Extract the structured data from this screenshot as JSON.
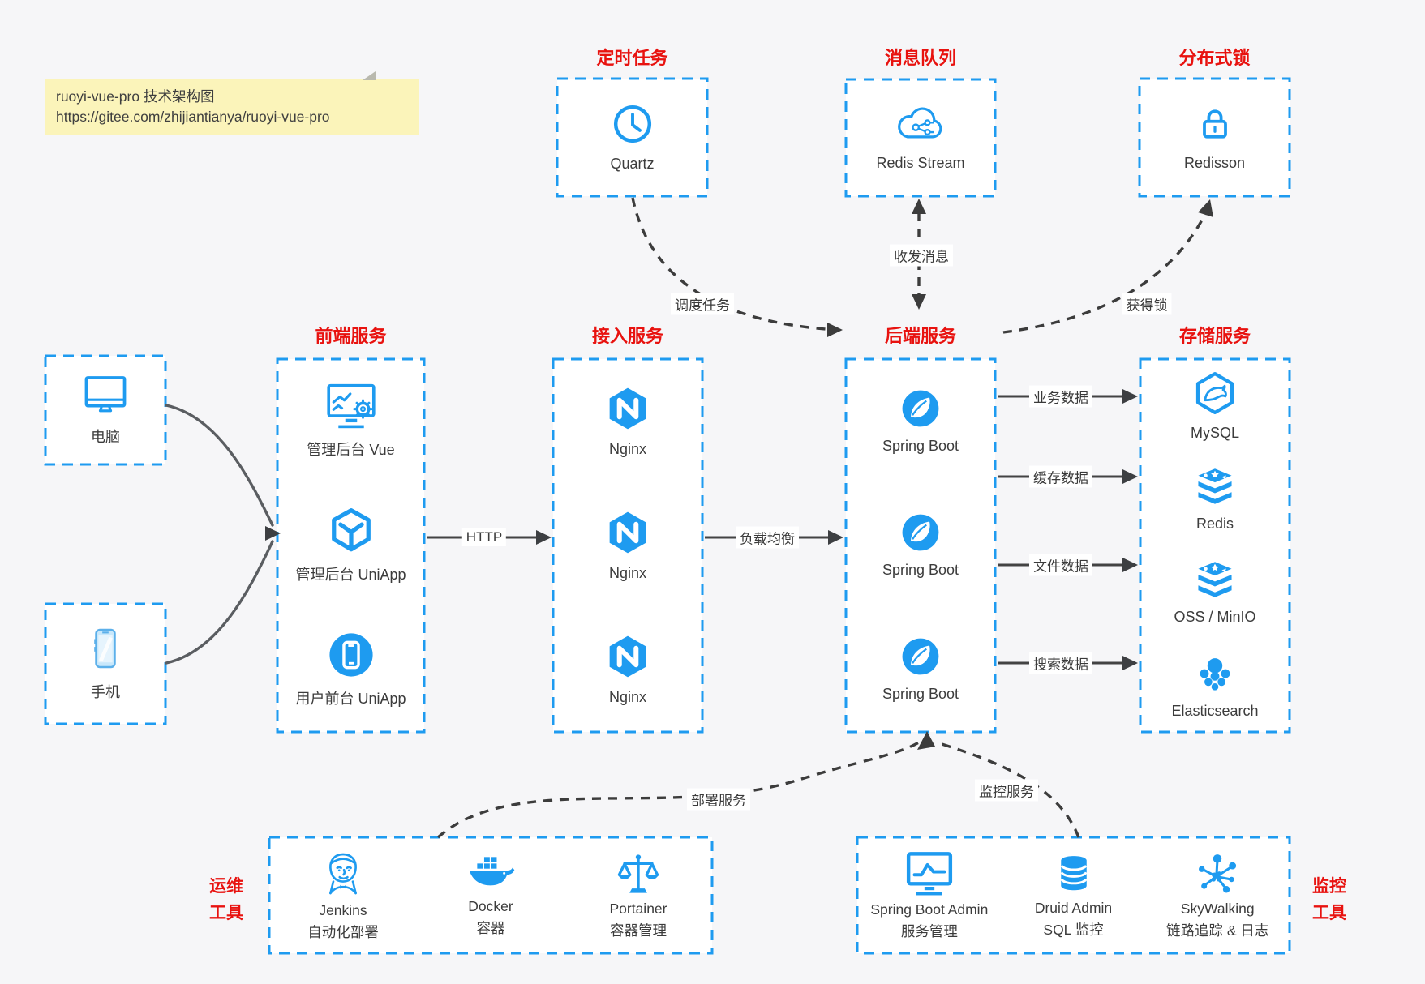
{
  "note": {
    "line1": "ruoyi-vue-pro 技术架构图",
    "line2": "https://gitee.com/zhijiantianya/ruoyi-vue-pro"
  },
  "colors": {
    "accent_blue": "#1e9bf0",
    "title_red": "#e8120f",
    "note_yellow": "#fbf4ba",
    "background": "#f6f6f8",
    "arrow_gray": "#4a4a4a"
  },
  "top_services": [
    {
      "title": "定时任务",
      "label": "Quartz",
      "icon": "clock-icon"
    },
    {
      "title": "消息队列",
      "label": "Redis Stream",
      "icon": "cloud-stream-icon"
    },
    {
      "title": "分布式锁",
      "label": "Redisson",
      "icon": "lock-icon"
    }
  ],
  "clients": [
    {
      "label": "电脑",
      "icon": "desktop-icon"
    },
    {
      "label": "手机",
      "icon": "phone-icon"
    }
  ],
  "frontend": {
    "title": "前端服务",
    "items": [
      {
        "label": "管理后台 Vue",
        "icon": "admin-vue-icon"
      },
      {
        "label": "管理后台 UniApp",
        "icon": "uniapp-cube-icon"
      },
      {
        "label": "用户前台 UniApp",
        "icon": "user-app-icon"
      }
    ]
  },
  "gateway": {
    "title": "接入服务",
    "items": [
      {
        "label": "Nginx",
        "icon": "nginx-icon"
      },
      {
        "label": "Nginx",
        "icon": "nginx-icon"
      },
      {
        "label": "Nginx",
        "icon": "nginx-icon"
      }
    ]
  },
  "backend": {
    "title": "后端服务",
    "items": [
      {
        "label": "Spring Boot",
        "icon": "springboot-icon"
      },
      {
        "label": "Spring Boot",
        "icon": "springboot-icon"
      },
      {
        "label": "Spring Boot",
        "icon": "springboot-icon"
      }
    ]
  },
  "storage": {
    "title": "存储服务",
    "items": [
      {
        "label": "MySQL",
        "icon": "mysql-icon"
      },
      {
        "label": "Redis",
        "icon": "redis-stack-icon"
      },
      {
        "label": "OSS / MinIO",
        "icon": "oss-stack-icon"
      },
      {
        "label": "Elasticsearch",
        "icon": "elasticsearch-icon"
      }
    ]
  },
  "ops": {
    "title_line1": "运维",
    "title_line2": "工具",
    "items": [
      {
        "name": "Jenkins",
        "desc": "自动化部署",
        "icon": "jenkins-icon"
      },
      {
        "name": "Docker",
        "desc": "容器",
        "icon": "docker-icon"
      },
      {
        "name": "Portainer",
        "desc": "容器管理",
        "icon": "portainer-icon"
      }
    ]
  },
  "monitor": {
    "title_line1": "监控",
    "title_line2": "工具",
    "items": [
      {
        "name": "Spring Boot Admin",
        "desc": "服务管理",
        "icon": "monitor-chart-icon"
      },
      {
        "name": "Druid Admin",
        "desc": "SQL 监控",
        "icon": "database-icon"
      },
      {
        "name": "SkyWalking",
        "desc": "链路追踪 & 日志",
        "icon": "molecule-icon"
      }
    ]
  },
  "edges": {
    "schedule": "调度任务",
    "message": "收发消息",
    "lock": "获得锁",
    "http": "HTTP",
    "load_balance": "负载均衡",
    "biz_data": "业务数据",
    "cache_data": "缓存数据",
    "file_data": "文件数据",
    "search_data": "搜索数据",
    "deploy": "部署服务",
    "monitor": "监控服务"
  }
}
